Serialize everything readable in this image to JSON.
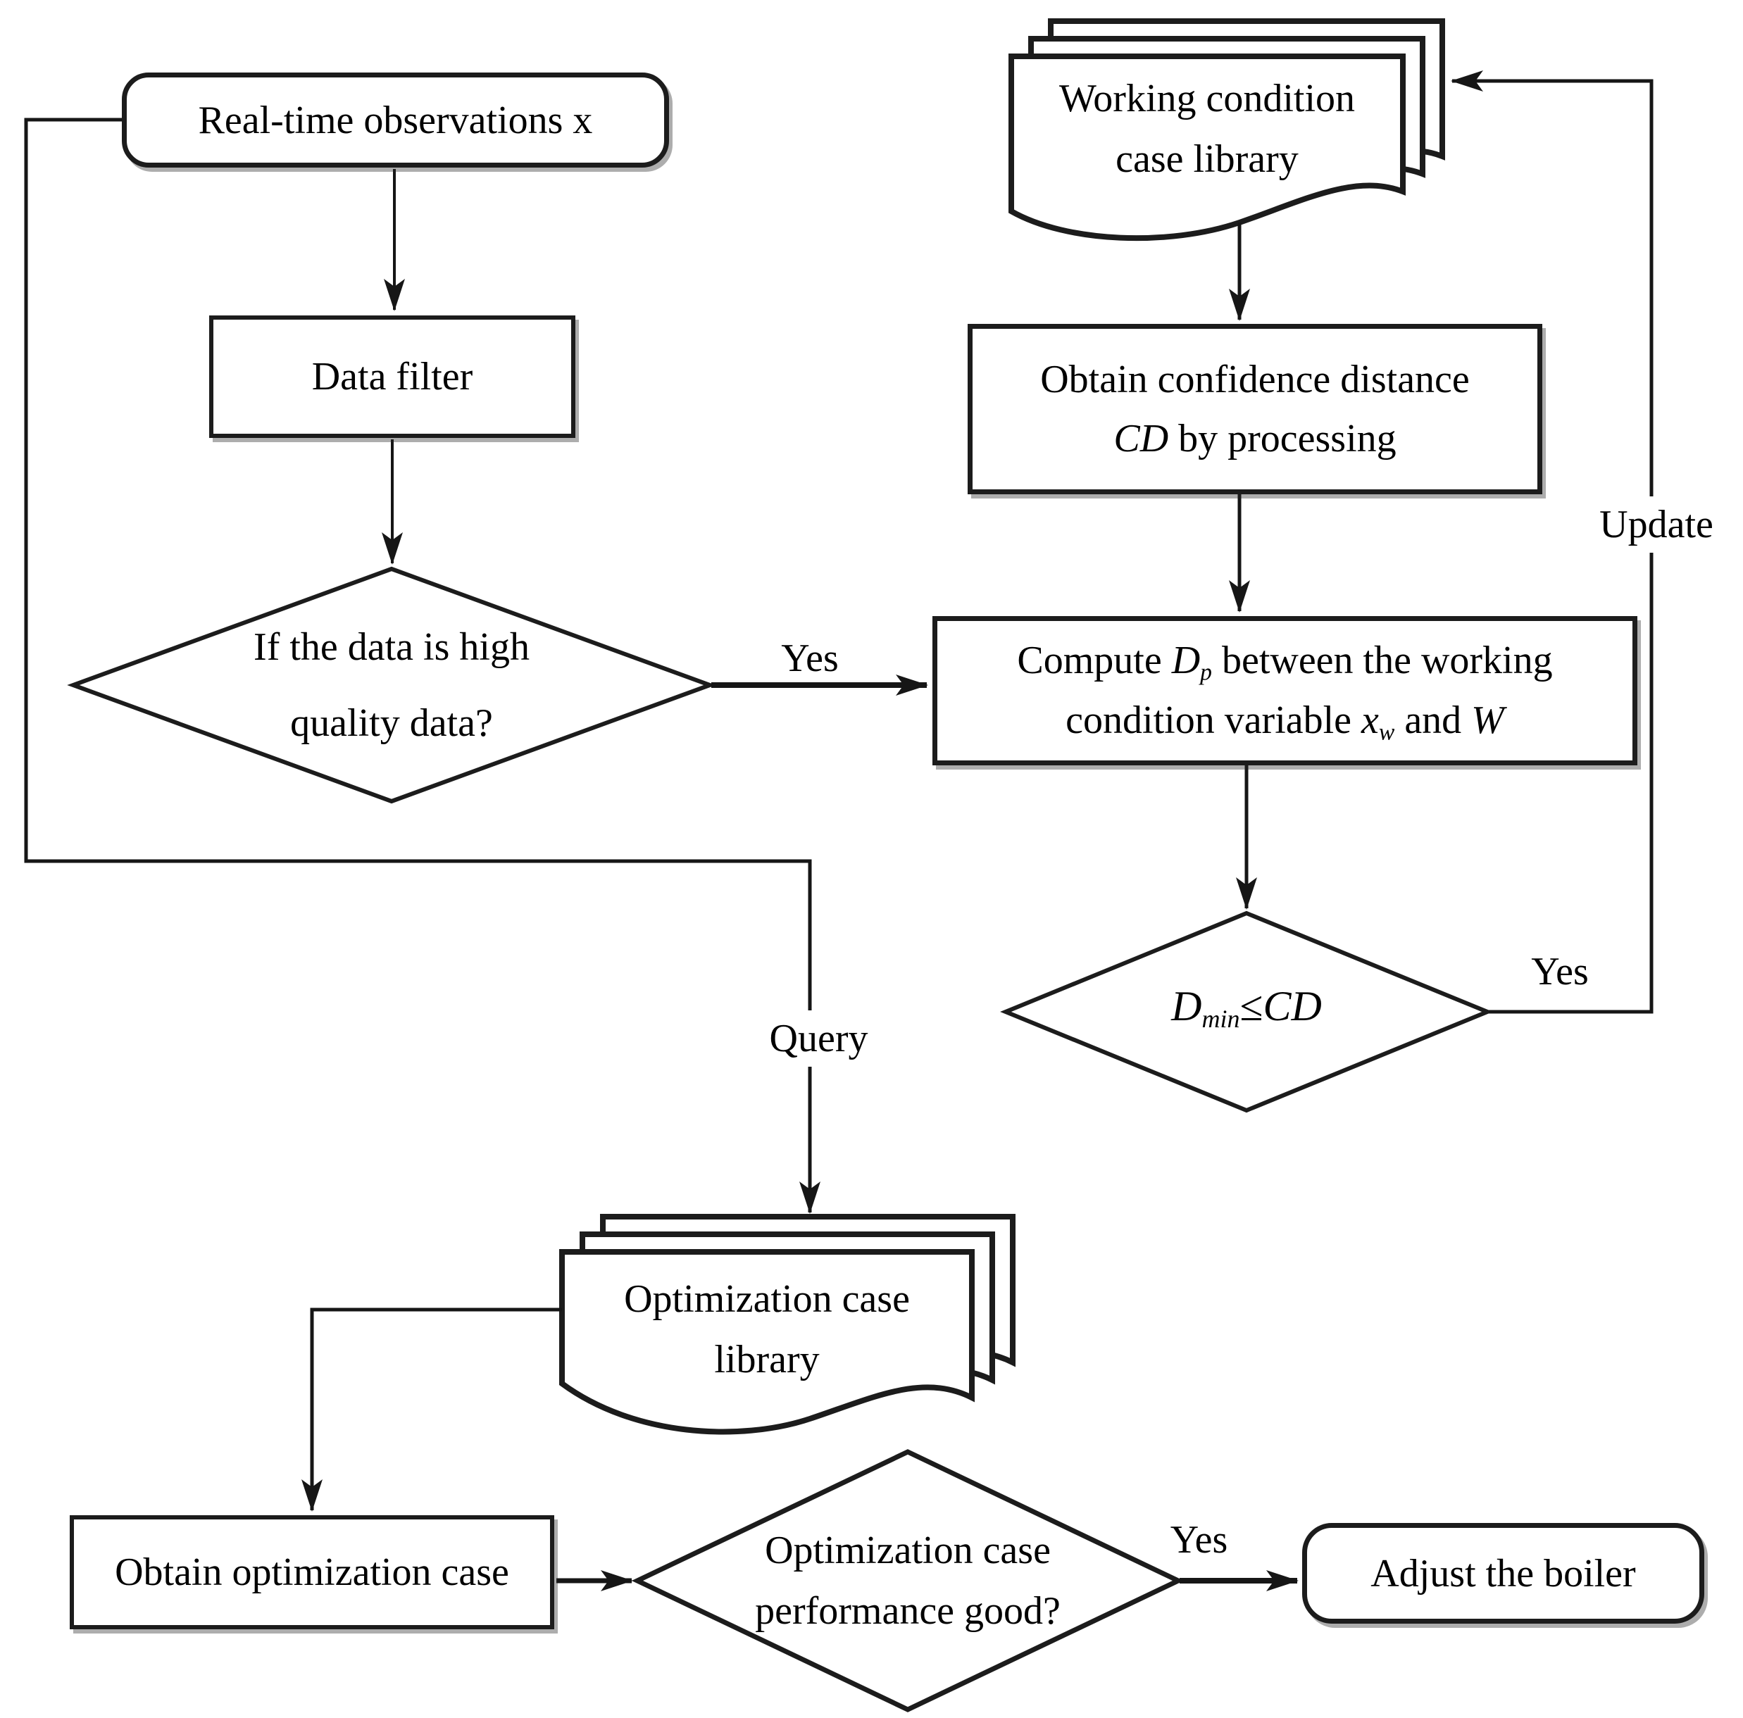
{
  "figure": {
    "type": "flowchart",
    "background_color": "#ffffff",
    "ink_color": "#1c1c1c"
  },
  "nodes": {
    "realtime": {
      "label": "Real-time observations x",
      "shape": "rounded-rect"
    },
    "data_filter": {
      "label": "Data filter",
      "shape": "rect"
    },
    "quality_decision": {
      "line1": "If the data is high",
      "line2": "quality data?",
      "shape": "diamond"
    },
    "working_library": {
      "line1": "Working condition",
      "line2": "case library",
      "shape": "document-stack"
    },
    "confidence": {
      "line1": "Obtain confidence distance",
      "line2_var": "CD",
      "line2_rest": " by processing",
      "shape": "rect"
    },
    "compute": {
      "l1a": "Compute ",
      "l1_var": "D",
      "l1_sub": "p",
      "l1b": " between the working",
      "l2a": "condition variable ",
      "l2_var": "x",
      "l2_sub": "w",
      "l2b": " and ",
      "l2_var2": "W",
      "shape": "rect"
    },
    "dmin_decision": {
      "var1": "D",
      "sub1": "min",
      "op": "≤",
      "var2": "CD",
      "shape": "diamond"
    },
    "optimization_library": {
      "line1": "Optimization case",
      "line2": "library",
      "shape": "document-stack"
    },
    "obtain_case": {
      "label": "Obtain optimization case",
      "shape": "rect"
    },
    "performance_decision": {
      "line1": "Optimization case",
      "line2": "performance good?",
      "shape": "diamond"
    },
    "adjust": {
      "label": "Adjust the boiler",
      "shape": "rounded-rect"
    }
  },
  "edge_labels": {
    "yes_quality": "Yes",
    "yes_dmin": "Yes",
    "yes_performance": "Yes",
    "update": "Update",
    "query": "Query"
  }
}
